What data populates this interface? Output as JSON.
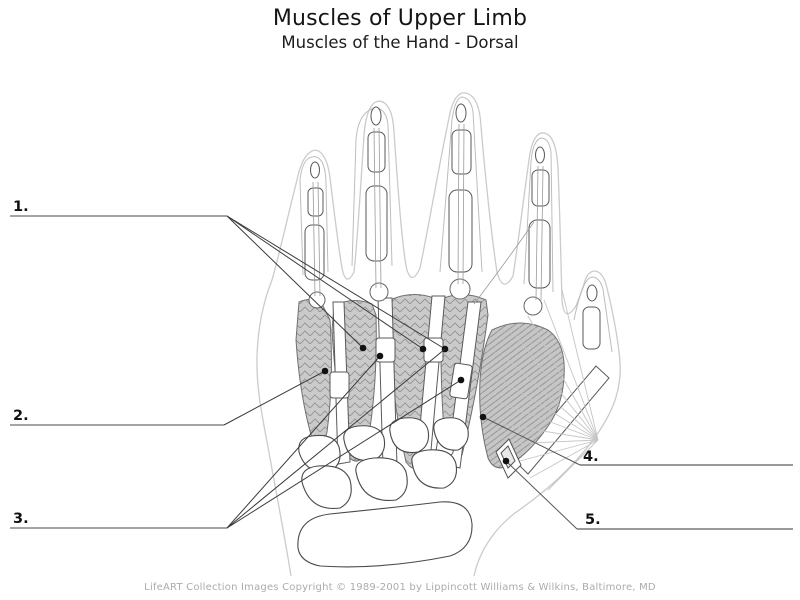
{
  "header": {
    "title": "Muscles of Upper Limb",
    "subtitle": "Muscles of the Hand - Dorsal"
  },
  "labels": [
    {
      "number": "1."
    },
    {
      "number": "2."
    },
    {
      "number": "3."
    },
    {
      "number": "4."
    },
    {
      "number": "5."
    }
  ],
  "footer": {
    "copyright": "LifeART Collection Images Copyright © 1989-2001 by Lippincott Williams & Wilkins, Baltimore, MD"
  },
  "colors": {
    "line_art": "#4a4a4a",
    "muscle_fill": "#c9c9c9",
    "label_line": "#3a3a3a",
    "underline_right": "#999999",
    "footer_text": "#ababab"
  }
}
